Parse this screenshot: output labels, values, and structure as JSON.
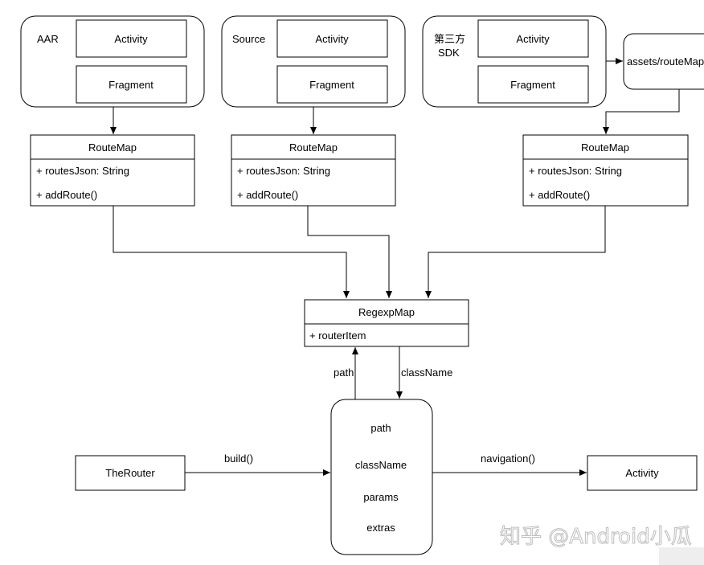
{
  "modules": {
    "aar": {
      "label": "AAR",
      "activity": "Activity",
      "fragment": "Fragment"
    },
    "source": {
      "label": "Source",
      "activity": "Activity",
      "fragment": "Fragment"
    },
    "sdk": {
      "label_line1": "第三方",
      "label_line2": "SDK",
      "activity": "Activity",
      "fragment": "Fragment"
    }
  },
  "assets_label": "assets/routeMap",
  "routemaps": [
    {
      "title": "RouteMap",
      "field": "+ routesJson: String",
      "method": "+ addRoute()"
    },
    {
      "title": "RouteMap",
      "field": "+ routesJson: String",
      "method": "+ addRoute()"
    },
    {
      "title": "RouteMap",
      "field": "+ routesJson: String",
      "method": "+ addRoute()"
    }
  ],
  "regexp": {
    "title": "RegexpMap",
    "field": "+ routerItem"
  },
  "edges": {
    "path": "path",
    "classname": "className",
    "build": "build()",
    "navigation": "navigation()"
  },
  "request": {
    "path": "path",
    "classname": "className",
    "params": "params",
    "extras": "extras"
  },
  "therouter": "TheRouter",
  "activity_target": "Activity",
  "watermark": "知乎 @Android小瓜"
}
